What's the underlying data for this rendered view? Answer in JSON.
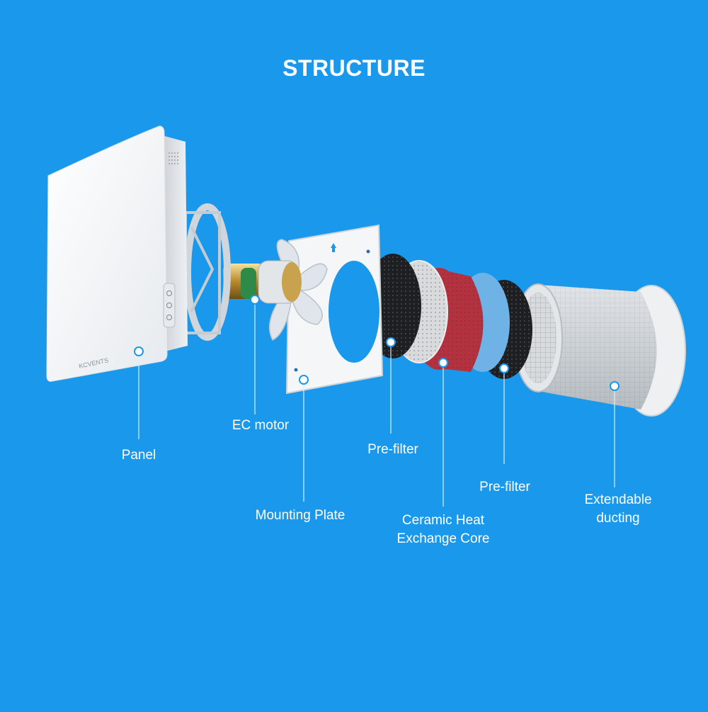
{
  "title": "STRUCTURE",
  "brand_logo": "KCVENTS",
  "colors": {
    "background": "#1a98ec",
    "text": "#ffffff",
    "callout_line": "#d8efff"
  },
  "labels": {
    "panel": "Panel",
    "ec_motor": "EC motor",
    "mounting_plate": "Mounting Plate",
    "prefilter_1": "Pre-filter",
    "ceramic_core_line1": "Ceramic Heat",
    "ceramic_core_line2": "Exchange Core",
    "prefilter_2": "Pre-filter",
    "ducting_line1": "Extendable",
    "ducting_line2": "ducting"
  }
}
